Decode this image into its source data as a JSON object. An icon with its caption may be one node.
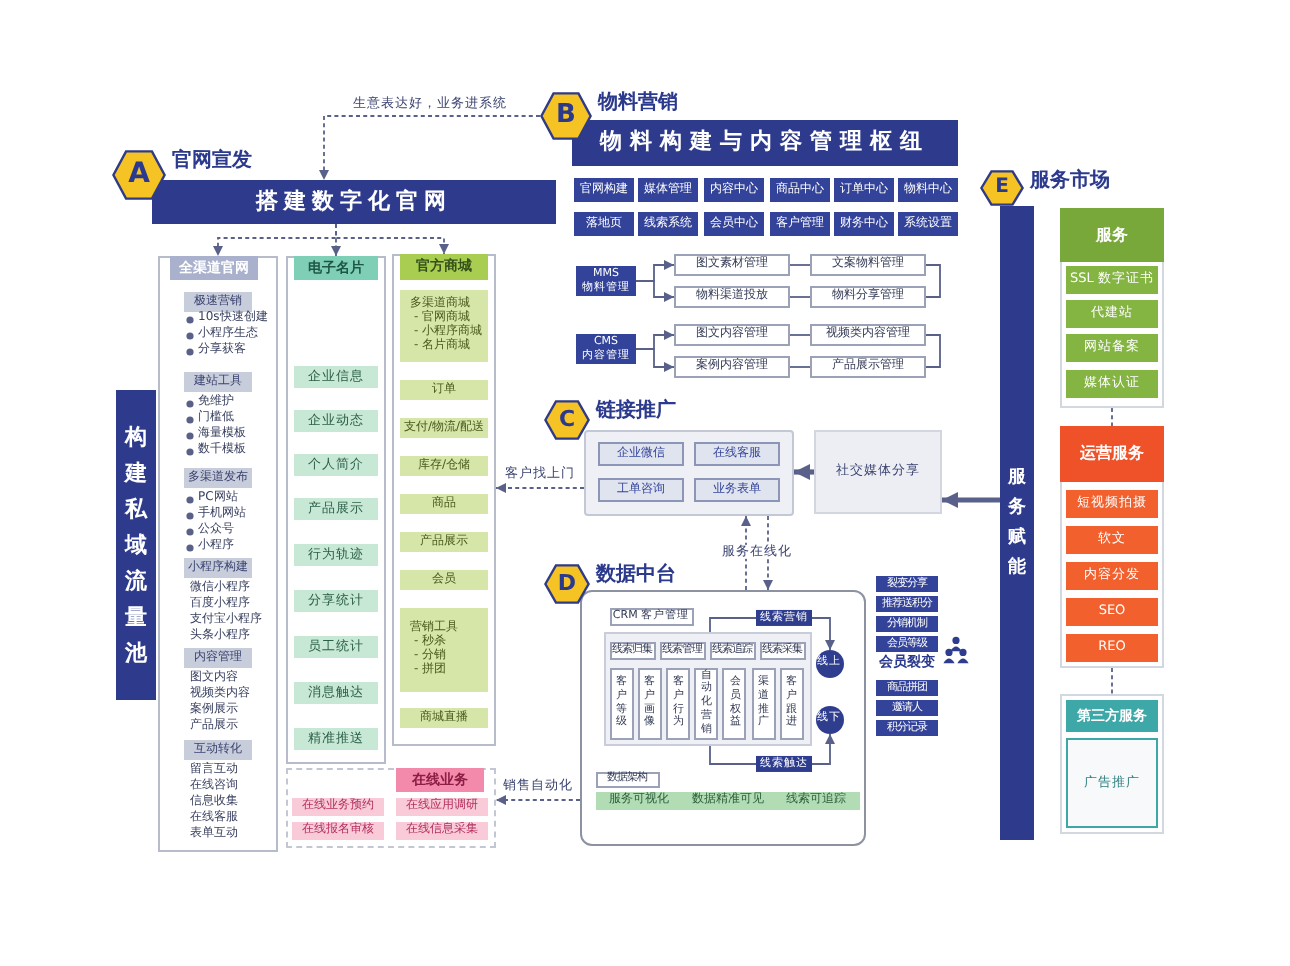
{
  "diagram": {
    "nodes": [
      {
        "text": [
          "A",
          "官网宣发"
        ]
      },
      {
        "text": [
          "搭建数字化官网"
        ]
      },
      {
        "text": [
          "构建私域流量池"
        ]
      },
      {
        "text": [
          "全渠道官网"
        ]
      },
      {
        "text": [
          "极速营销"
        ],
        "in": 3
      },
      {
        "text": [
          "建站工具"
        ],
        "in": 3
      },
      {
        "text": [
          "多渠道发布"
        ],
        "in": 3
      },
      {
        "text": [
          "小程序构建"
        ],
        "in": 3
      },
      {
        "text": [
          "内容管理"
        ],
        "in": 3
      },
      {
        "text": [
          "互动转化"
        ],
        "in": 3
      },
      {
        "text": [
          "电子名片"
        ]
      },
      {
        "text": [
          "企业信息"
        ],
        "in": 10
      },
      {
        "text": [
          "企业动态"
        ],
        "in": 10
      },
      {
        "text": [
          "个人简介"
        ],
        "in": 10
      },
      {
        "text": [
          "产品展示"
        ],
        "in": 10
      },
      {
        "text": [
          "行为轨迹"
        ],
        "in": 10
      },
      {
        "text": [
          "分享统计"
        ],
        "in": 10
      },
      {
        "text": [
          "员工统计"
        ],
        "in": 10
      },
      {
        "text": [
          "消息触达"
        ],
        "in": 10
      },
      {
        "text": [
          "精准推送"
        ],
        "in": 10
      },
      {
        "text": [
          "官方商城"
        ]
      },
      {
        "text": [
          "多渠道商城",
          "- 官网商城",
          "- 小程序商城",
          "- 名片商城"
        ],
        "in": 20
      },
      {
        "text": [
          "订单"
        ],
        "in": 20
      },
      {
        "text": [
          "支付/物流/配送"
        ],
        "in": 20
      },
      {
        "text": [
          "库存/仓储"
        ],
        "in": 20
      },
      {
        "text": [
          "商品"
        ],
        "in": 20
      },
      {
        "text": [
          "产品展示"
        ],
        "in": 20
      },
      {
        "text": [
          "会员"
        ],
        "in": 20
      },
      {
        "text": [
          "营销工具",
          "- 秒杀",
          "- 分销",
          "- 拼团"
        ],
        "in": 20
      },
      {
        "text": [
          "商城直播"
        ],
        "in": 20
      },
      {
        "text": [
          "在线业务"
        ]
      },
      {
        "text": [
          "在线业务预约"
        ],
        "in": 30
      },
      {
        "text": [
          "在线应用调研"
        ],
        "in": 30
      },
      {
        "text": [
          "在线报名审核"
        ],
        "in": 30
      },
      {
        "text": [
          "在线信息采集"
        ],
        "in": 30
      },
      {
        "text": [
          "B",
          "物料营销"
        ]
      },
      {
        "text": [
          "物料构建与内容管理枢纽"
        ]
      },
      {
        "text": [
          "官网构建"
        ]
      },
      {
        "text": [
          "媒体管理"
        ]
      },
      {
        "text": [
          "内容中心"
        ]
      },
      {
        "text": [
          "商品中心"
        ]
      },
      {
        "text": [
          "订单中心"
        ]
      },
      {
        "text": [
          "物料中心"
        ]
      },
      {
        "text": [
          "落地页"
        ]
      },
      {
        "text": [
          "线索系统"
        ]
      },
      {
        "text": [
          "会员中心"
        ]
      },
      {
        "text": [
          "客户管理"
        ]
      },
      {
        "text": [
          "财务中心"
        ]
      },
      {
        "text": [
          "系统设置"
        ]
      },
      {
        "text": [
          "MMS 物料管理"
        ]
      },
      {
        "text": [
          "图文素材管理"
        ]
      },
      {
        "text": [
          "文案物料管理"
        ]
      },
      {
        "text": [
          "物料渠道投放"
        ]
      },
      {
        "text": [
          "物料分享管理"
        ]
      },
      {
        "text": [
          "CMS 内容管理"
        ]
      },
      {
        "text": [
          "图文内容管理"
        ]
      },
      {
        "text": [
          "视频类内容管理"
        ]
      },
      {
        "text": [
          "案例内容管理"
        ]
      },
      {
        "text": [
          "产品展示管理"
        ]
      },
      {
        "text": [
          "C",
          "链接推广"
        ]
      },
      {
        "text": [],
        "shape": "box"
      },
      {
        "text": [
          "企业微信"
        ],
        "in": 60
      },
      {
        "text": [
          "在线客服"
        ],
        "in": 60
      },
      {
        "text": [
          "工单咨询"
        ],
        "in": 60
      },
      {
        "text": [
          "业务表单"
        ],
        "in": 60
      },
      {
        "text": [
          "社交媒体分享"
        ]
      },
      {
        "text": [
          "D",
          "数据中台"
        ]
      },
      {
        "text": [],
        "shape": "box"
      },
      {
        "text": [
          "CRM 客户管理"
        ],
        "in": 67
      },
      {
        "text": [],
        "shape": "box",
        "in": 67
      },
      {
        "text": [
          "线索归集"
        ],
        "in": 69
      },
      {
        "text": [
          "线索管理"
        ],
        "in": 69
      },
      {
        "text": [
          "线索追踪"
        ],
        "in": 69
      },
      {
        "text": [
          "线索采集"
        ],
        "in": 69
      },
      {
        "text": [
          "客户等级"
        ],
        "in": 69
      },
      {
        "text": [
          "客户画像"
        ],
        "in": 69
      },
      {
        "text": [
          "客户行为"
        ],
        "in": 69
      },
      {
        "text": [
          "自动化营销"
        ],
        "in": 69
      },
      {
        "text": [
          "会员权益"
        ],
        "in": 69
      },
      {
        "text": [
          "渠道推广"
        ],
        "in": 69
      },
      {
        "text": [
          "客户跟进"
        ],
        "in": 69
      },
      {
        "text": [
          "线上"
        ],
        "in": 67
      },
      {
        "text": [
          "线下"
        ],
        "in": 67
      },
      {
        "text": [
          "数据架构"
        ],
        "in": 67
      },
      {
        "text": [
          "服务可视化"
        ],
        "in": 67
      },
      {
        "text": [
          "数据精准可见"
        ],
        "in": 67
      },
      {
        "text": [
          "线索可追踪"
        ],
        "in": 67
      },
      {
        "text": [
          "裂变分享"
        ]
      },
      {
        "text": [
          "推荐送积分"
        ]
      },
      {
        "text": [
          "分销机制"
        ]
      },
      {
        "text": [
          "会员等级"
        ]
      },
      {
        "text": [
          "商品拼团"
        ]
      },
      {
        "text": [
          "邀请人"
        ]
      },
      {
        "text": [
          "积分记录"
        ]
      },
      {
        "text": [
          "E",
          "服务市场"
        ]
      },
      {
        "text": [
          "服务赋能"
        ]
      },
      {
        "text": [
          "服务"
        ]
      },
      {
        "text": [
          "SSL 数字证书"
        ],
        "in": 96
      },
      {
        "text": [
          "代建站"
        ],
        "in": 96
      },
      {
        "text": [
          "网站备案"
        ],
        "in": 96
      },
      {
        "text": [
          "媒体认证"
        ],
        "in": 96
      },
      {
        "text": [
          "运营服务"
        ]
      },
      {
        "text": [
          "短视频拍摄"
        ],
        "in": 101
      },
      {
        "text": [
          "软文"
        ],
        "in": 101
      },
      {
        "text": [
          "内容分发"
        ],
        "in": 101
      },
      {
        "text": [
          "SEO"
        ],
        "in": 101
      },
      {
        "text": [
          "REO"
        ],
        "in": 101
      },
      {
        "text": [
          "第三方服务"
        ]
      },
      {
        "text": [
          "广告推广"
        ],
        "in": 107
      }
    ],
    "edges": [
      {
        "from": 35,
        "to": 1,
        "arrow": "to",
        "style": "dashed",
        "label": "生意表达好，业务进系统"
      },
      {
        "from": 1,
        "to": 3,
        "arrow": "to",
        "style": "dashed"
      },
      {
        "from": 1,
        "to": 10,
        "arrow": "to",
        "style": "dashed"
      },
      {
        "from": 1,
        "to": 20,
        "arrow": "to",
        "style": "dashed"
      },
      {
        "from": 49,
        "to": 50,
        "arrow": "to"
      },
      {
        "from": 49,
        "to": 52,
        "arrow": "to"
      },
      {
        "from": 50,
        "to": 51,
        "arrow": "none"
      },
      {
        "from": 52,
        "to": 53,
        "arrow": "none"
      },
      {
        "from": 51,
        "to": 53,
        "arrow": "none"
      },
      {
        "from": 54,
        "to": 55,
        "arrow": "to"
      },
      {
        "from": 54,
        "to": 57,
        "arrow": "to"
      },
      {
        "from": 55,
        "to": 56,
        "arrow": "none"
      },
      {
        "from": 57,
        "to": 58,
        "arrow": "none"
      },
      {
        "from": 56,
        "to": 58,
        "arrow": "none"
      },
      {
        "from": 65,
        "to": 60,
        "arrow": "to",
        "style": "thick"
      },
      {
        "from": 60,
        "to": 20,
        "arrow": "to",
        "style": "dashed",
        "label": "客户找上门"
      },
      {
        "from": 67,
        "to": 60,
        "arrow": "to",
        "style": "dashed"
      },
      {
        "from": 60,
        "to": 67,
        "arrow": "to",
        "style": "dashed",
        "label": "服务在线化"
      },
      {
        "from": 69,
        "to": 81,
        "arrow": "to",
        "label": "线索营销"
      },
      {
        "from": 69,
        "to": 82,
        "arrow": "to",
        "label": "线索触达"
      },
      {
        "from": 67,
        "to": 30,
        "arrow": "to",
        "style": "dashed",
        "label": "销售自动化"
      },
      {
        "from": 95,
        "to": 65,
        "arrow": "to",
        "style": "thick"
      },
      {
        "from": 96,
        "to": 101,
        "arrow": "none",
        "style": "dashed"
      },
      {
        "from": 101,
        "to": 107,
        "arrow": "none",
        "style": "dashed"
      }
    ],
    "labels": [
      "10s快速创建",
      "小程序生态",
      "分享获客",
      "免维护",
      "门槛低",
      "海量模板",
      "数千模板",
      "PC网站",
      "手机网站",
      "公众号",
      "小程序",
      "微信小程序",
      "百度小程序",
      "支付宝小程序",
      "头条小程序",
      "图文内容",
      "视频类内容",
      "案例展示",
      "产品展示",
      "留言互动",
      "在线咨询",
      "信息收集",
      "在线客服",
      "表单互动",
      "会员裂变"
    ]
  }
}
